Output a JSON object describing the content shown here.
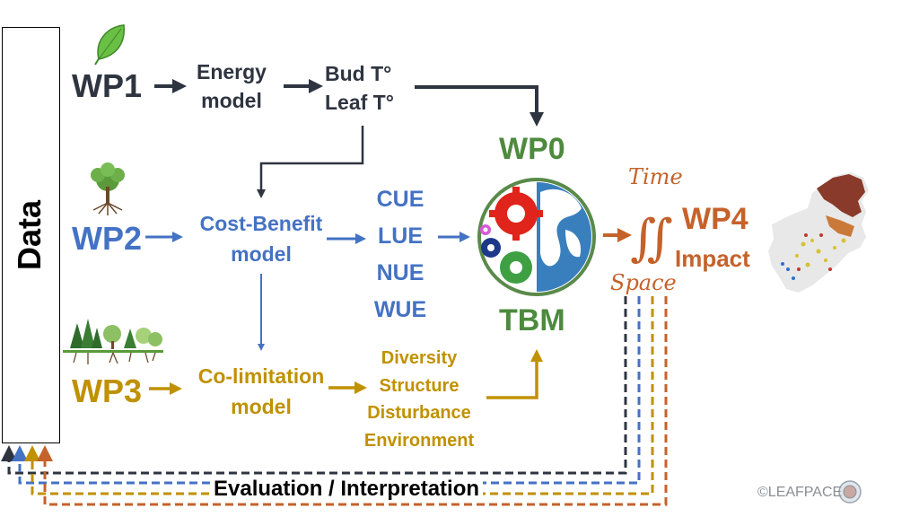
{
  "data_label": "Data",
  "wp1": {
    "label": "WP1",
    "model": [
      "Energy",
      "model"
    ],
    "outputs": [
      "Bud T°",
      "Leaf T°"
    ]
  },
  "wp2": {
    "label": "WP2",
    "model": [
      "Cost-Benefit",
      "model"
    ],
    "outputs": [
      "CUE",
      "LUE",
      "NUE",
      "WUE"
    ]
  },
  "wp3": {
    "label": "WP3",
    "model": [
      "Co-limitation",
      "model"
    ],
    "outputs": [
      "Diversity",
      "Structure",
      "Disturbance",
      "Environment"
    ]
  },
  "wp0": {
    "label": "WP0",
    "tbm": "TBM"
  },
  "wp4": {
    "label": "WP4",
    "impact": "Impact",
    "time": "Time",
    "space": "Space",
    "integral": "∬"
  },
  "evaluation": "Evaluation / Interpretation",
  "copyright": "©LEAFPACE",
  "colors": {
    "wp1": "#2e3440",
    "wp2": "#4472c4",
    "wp3": "#c09100",
    "wp0": "#4e8a3e",
    "wp4": "#c5622a"
  }
}
